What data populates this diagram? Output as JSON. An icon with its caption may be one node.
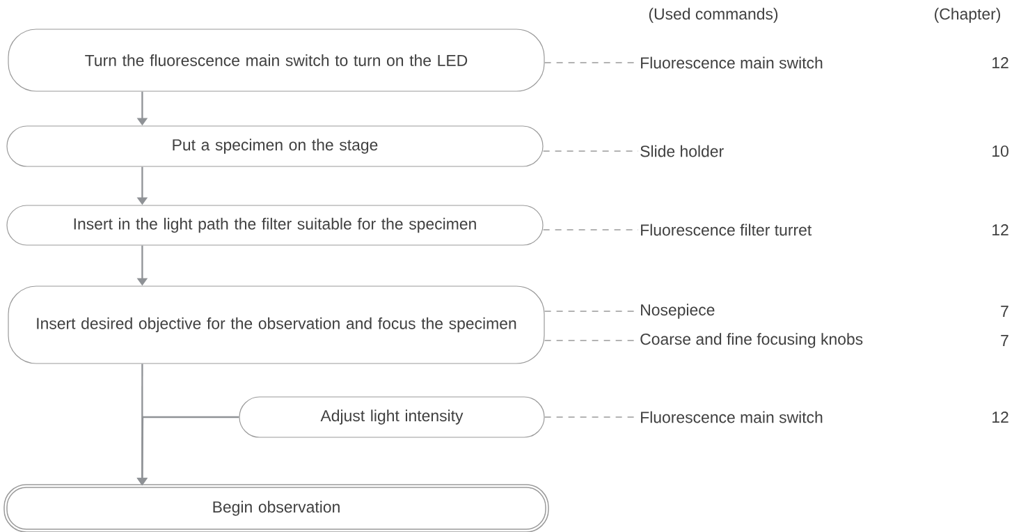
{
  "diagram": {
    "nodes": [
      {
        "text": [
          "Turn the fluorescence main switch to turn on the LED"
        ]
      },
      {
        "text": [
          "Put a specimen on the stage"
        ]
      },
      {
        "text": [
          "Insert in the light path the filter suitable for the specimen"
        ]
      },
      {
        "text": [
          "Insert desired objective for the observation and focus the specimen"
        ]
      },
      {
        "text": [
          "Adjust light intensity"
        ]
      },
      {
        "text": [
          "Begin observation"
        ]
      },
      {
        "text": [
          "Fluorescence main switch"
        ]
      },
      {
        "text": [
          "Slide holder"
        ]
      },
      {
        "text": [
          "Fluorescence filter turret"
        ]
      },
      {
        "text": [
          "Nosepiece"
        ]
      },
      {
        "text": [
          "Coarse and fine focusing knobs"
        ]
      },
      {
        "text": [
          "Fluorescence main switch"
        ]
      }
    ],
    "edges": [
      {
        "from": 0,
        "to": 1,
        "arrow": "to"
      },
      {
        "from": 1,
        "to": 2,
        "arrow": "to"
      },
      {
        "from": 2,
        "to": 3,
        "arrow": "to"
      },
      {
        "from": 3,
        "to": 5,
        "arrow": "to"
      },
      {
        "from": 4,
        "to": 5,
        "arrow": "to"
      },
      {
        "from": 0,
        "to": 6,
        "arrow": "none",
        "style": "dashed"
      },
      {
        "from": 1,
        "to": 7,
        "arrow": "none",
        "style": "dashed"
      },
      {
        "from": 2,
        "to": 8,
        "arrow": "none",
        "style": "dashed"
      },
      {
        "from": 3,
        "to": 9,
        "arrow": "none",
        "style": "dashed"
      },
      {
        "from": 3,
        "to": 10,
        "arrow": "none",
        "style": "dashed"
      },
      {
        "from": 4,
        "to": 11,
        "arrow": "none",
        "style": "dashed"
      }
    ],
    "labels": [
      "(Used commands)",
      "(Chapter)",
      "12",
      "10",
      "12",
      "7",
      "7",
      "12"
    ]
  }
}
